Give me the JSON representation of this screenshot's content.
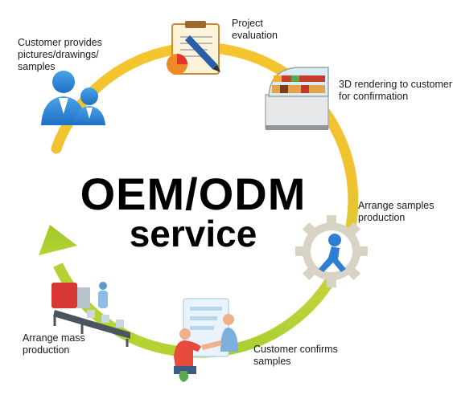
{
  "title": {
    "main": "OEM/ODM",
    "sub": "service"
  },
  "steps": [
    {
      "id": "customer-provides",
      "label": "Customer provides\npictures/drawings/\nsamples",
      "icon": "people-icon"
    },
    {
      "id": "project-evaluation",
      "label": "Project\nevaluation",
      "icon": "clipboard-pen-chart-icon"
    },
    {
      "id": "3d-rendering",
      "label": "3D rendering to customer\nfor confirmation",
      "icon": "display-cabinet-icon"
    },
    {
      "id": "arrange-samples",
      "label": "Arrange samples\nproduction",
      "icon": "gear-runner-icon"
    },
    {
      "id": "customer-confirms",
      "label": "Customer confirms\nsamples",
      "icon": "handshake-icon"
    },
    {
      "id": "arrange-mass",
      "label": "Arrange mass\nproduction",
      "icon": "production-line-icon"
    }
  ],
  "colors": {
    "ring_yellow": "#f2c12e",
    "ring_green": "#b6d334",
    "accent_blue": "#2e7fd4"
  }
}
